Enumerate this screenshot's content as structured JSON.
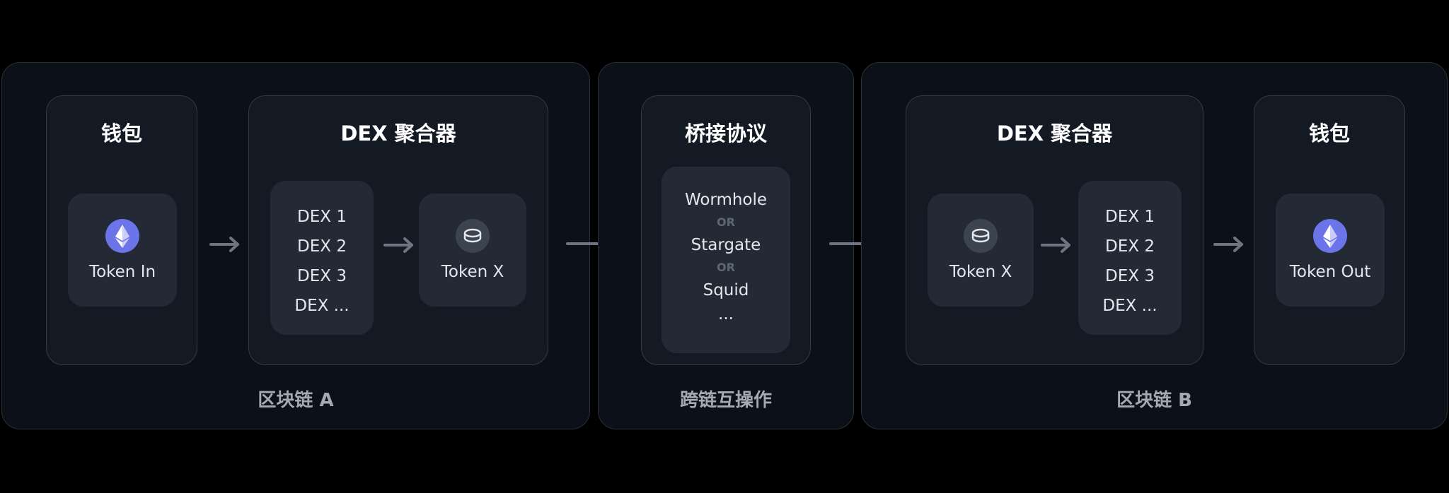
{
  "sections": {
    "chain_a": "区块链 A",
    "cross_chain": "跨链互操作",
    "chain_b": "区块链 B"
  },
  "chain_a": {
    "wallet": {
      "title": "钱包",
      "token_icon": "ethereum-icon",
      "token_label": "Token In"
    },
    "aggregator": {
      "title": "DEX 聚合器",
      "dex_list": [
        "DEX 1",
        "DEX 2",
        "DEX 3",
        "DEX ..."
      ],
      "token_icon": "coin-stack-icon",
      "token_label": "Token X"
    }
  },
  "bridge": {
    "title": "桥接协议",
    "protocols": [
      "Wormhole",
      "Stargate",
      "Squid",
      "..."
    ],
    "or_label": "OR"
  },
  "chain_b": {
    "aggregator": {
      "title": "DEX 聚合器",
      "token_icon": "coin-stack-icon",
      "token_label": "Token X",
      "dex_list": [
        "DEX 1",
        "DEX 2",
        "DEX 3",
        "DEX ..."
      ]
    },
    "wallet": {
      "title": "钱包",
      "token_icon": "ethereum-icon",
      "token_label": "Token Out"
    }
  },
  "colors": {
    "background": "#000000",
    "section_bg": "#0b1019",
    "panel_bg": "#141a24",
    "card_bg": "#232a35",
    "ethereum_accent": "#6b74e8",
    "arrow": "#6e7580"
  }
}
